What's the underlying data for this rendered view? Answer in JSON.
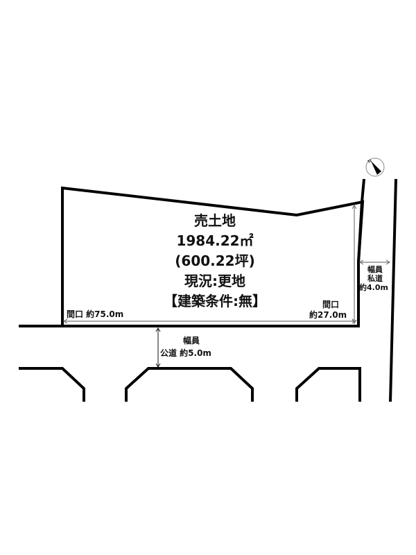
{
  "property": {
    "title": "売土地",
    "area_sqm": "1984.22㎡",
    "area_tsubo": "(600.22坪)",
    "current_status": "現況:更地",
    "building_condition": "【建築条件:無】"
  },
  "frontage": {
    "main_label": "間口 約75.0m",
    "side_title": "間口",
    "side_value": "約27.0m"
  },
  "public_road": {
    "width_title": "幅員",
    "width_label": "公道 約5.0m"
  },
  "private_road": {
    "width_title": "幅員",
    "type": "私道",
    "width_value": "約4.0m"
  },
  "compass": {
    "icon": "north-arrow-icon"
  },
  "colors": {
    "line": "#000000",
    "dimension": "#777777",
    "background": "#ffffff"
  }
}
